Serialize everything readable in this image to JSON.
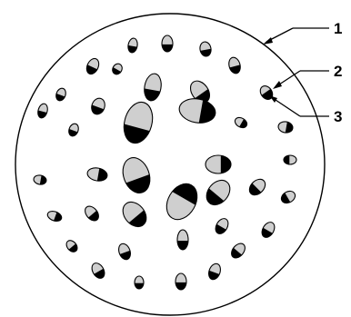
{
  "labels": {
    "outline": "1",
    "dark_end": "2",
    "light_body": "3"
  },
  "colors": {
    "background": "#ffffff",
    "outline": "#000000",
    "grain_light": "#cfcfcf",
    "grain_dark": "#000000"
  }
}
